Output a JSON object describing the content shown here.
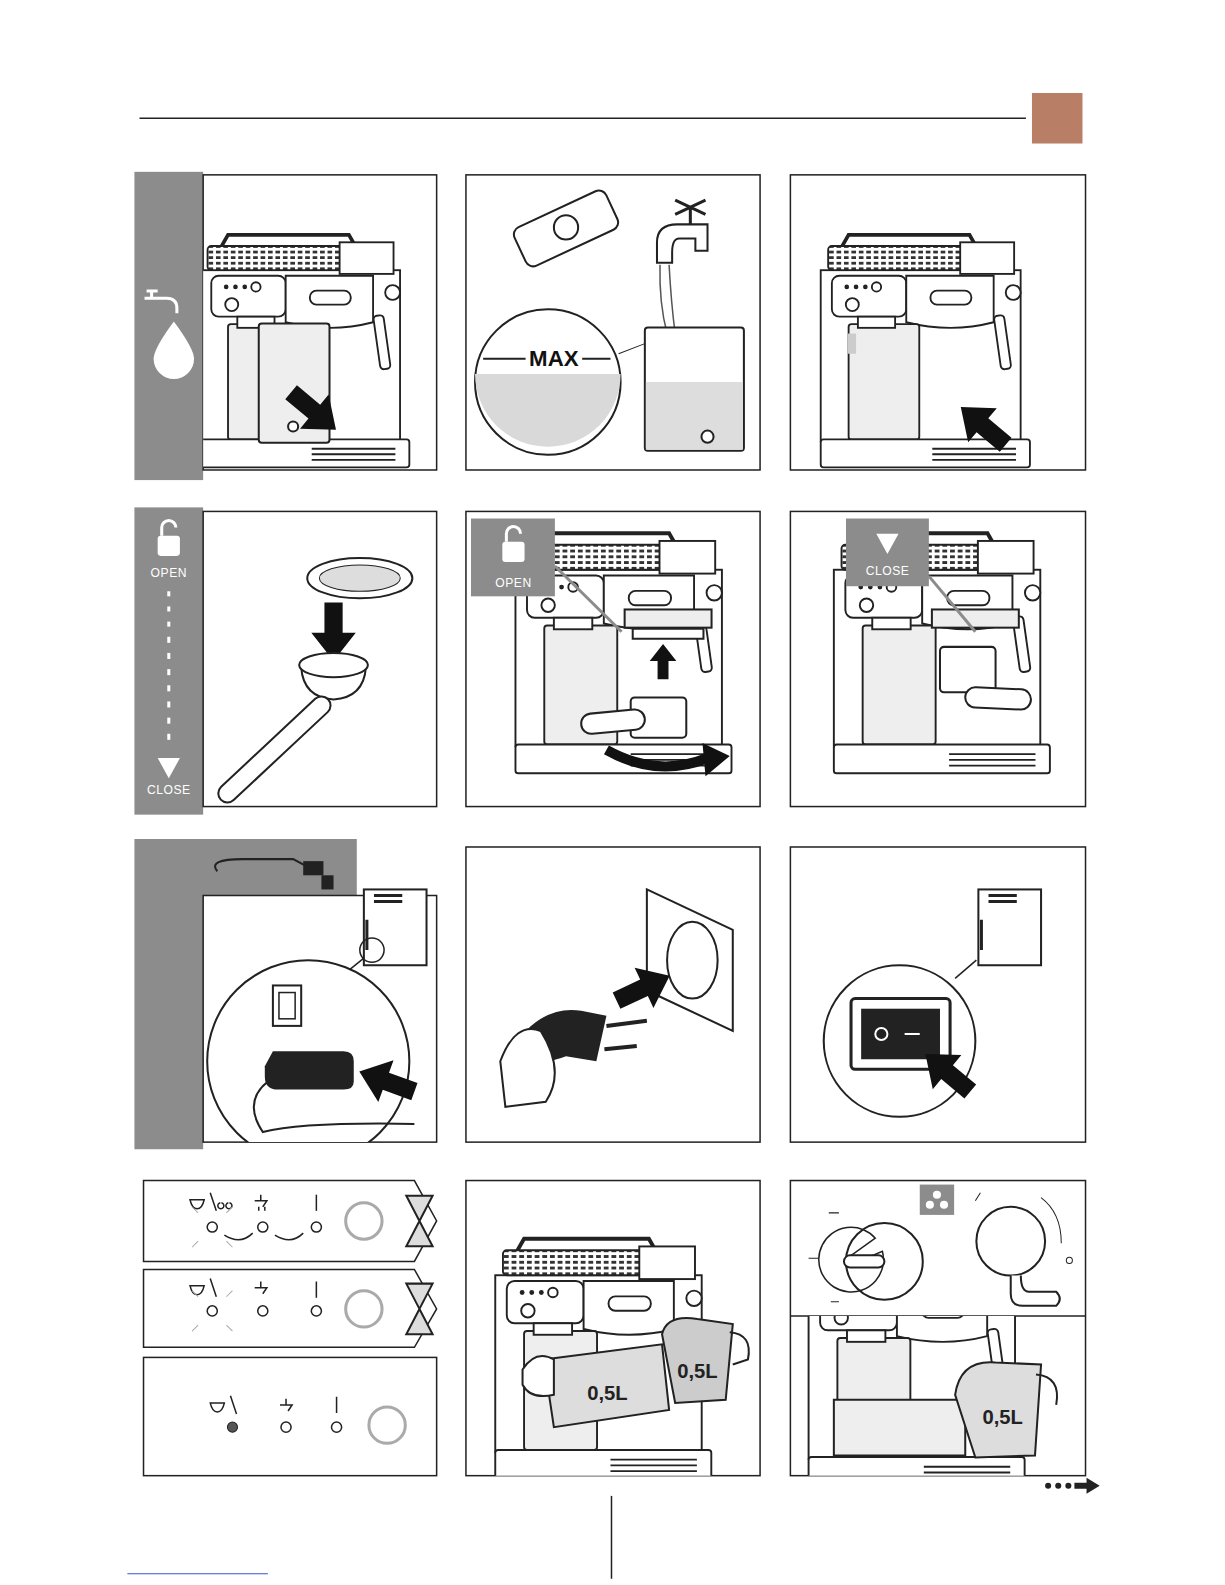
{
  "diagram": {
    "labels": [
      "MAX",
      "OPEN",
      "CLOSE",
      "OPEN",
      "CLOSE",
      "0,5L",
      "0,5L",
      "0,5L"
    ]
  }
}
